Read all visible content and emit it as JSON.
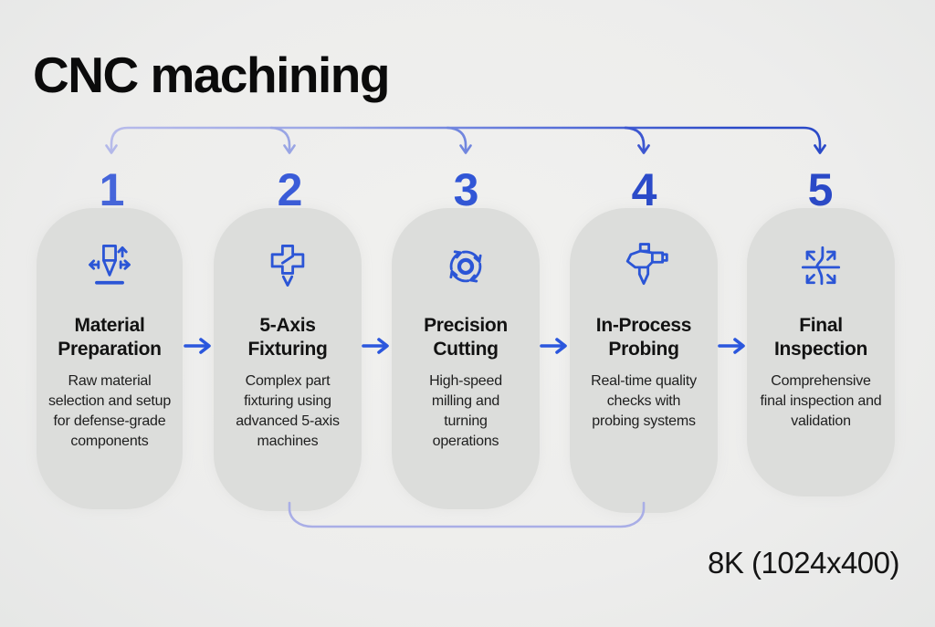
{
  "title": "CNC machining",
  "footer": {
    "resolution_label": "8K (1024x400)"
  },
  "flow": {
    "steps": [
      {
        "number": "1",
        "icon": "cnc-tool-setup-icon",
        "title": "Material Preparation",
        "description": "Raw material selection and setup for defense-grade components"
      },
      {
        "number": "2",
        "icon": "fixture-clamp-icon",
        "title": "5-Axis Fixturing",
        "description": "Complex part fixturing using advanced 5-axis machines"
      },
      {
        "number": "3",
        "icon": "rotary-cutting-icon",
        "title": "Precision Cutting",
        "description": "High-speed milling and turning operations"
      },
      {
        "number": "4",
        "icon": "touch-probe-icon",
        "title": "In-Process Probing",
        "description": "Real-time quality checks with probing systems"
      },
      {
        "number": "5",
        "icon": "dispersal-arrows-icon",
        "title": "Final Inspection",
        "description": "Comprehensive final inspection and validation"
      }
    ]
  },
  "colors": {
    "background": "#efefed",
    "card_fill": "#dcdddb",
    "icon_blue": "#2b55d6",
    "step_arrow_blue": "#2b57dd",
    "connector_gradient_start": "#b7bbea",
    "connector_gradient_end": "#2b4ac8",
    "bottom_bracket": "#a9aee6",
    "number_blue_light": "#4565da",
    "number_blue_dark": "#2a49c7",
    "title_text": "#0b0b0b",
    "body_text": "#1e1e1e"
  }
}
